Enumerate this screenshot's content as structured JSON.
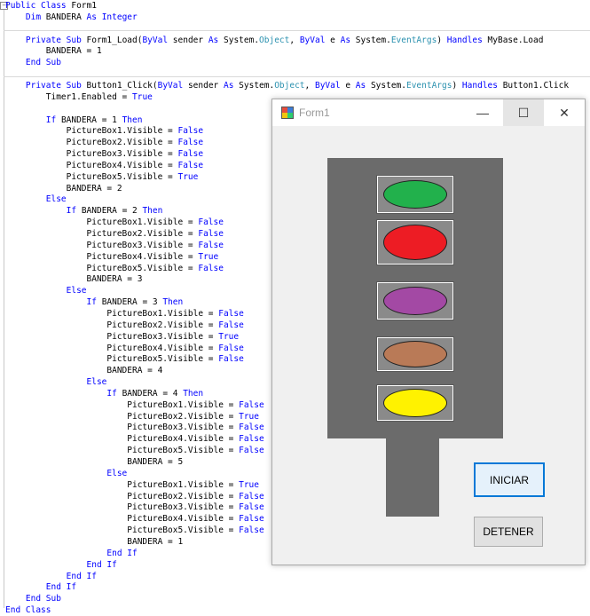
{
  "code": {
    "lines": [
      [
        [
          "kw",
          "Public Class "
        ],
        [
          "t",
          "Form1"
        ]
      ],
      [
        [
          "t",
          "    "
        ],
        [
          "kw",
          "Dim "
        ],
        [
          "t",
          "BANDERA "
        ],
        [
          "kw",
          "As Integer"
        ]
      ],
      [],
      [
        [
          "t",
          "    "
        ],
        [
          "kw",
          "Private Sub "
        ],
        [
          "t",
          "Form1_Load("
        ],
        [
          "kw",
          "ByVal "
        ],
        [
          "t",
          "sender "
        ],
        [
          "kw",
          "As "
        ],
        [
          "t",
          "System."
        ],
        [
          "ty",
          "Object"
        ],
        [
          "t",
          ", "
        ],
        [
          "kw",
          "ByVal "
        ],
        [
          "t",
          "e "
        ],
        [
          "kw",
          "As "
        ],
        [
          "t",
          "System."
        ],
        [
          "ty",
          "EventArgs"
        ],
        [
          "t",
          ") "
        ],
        [
          "kw",
          "Handles "
        ],
        [
          "t",
          "MyBase.Load"
        ]
      ],
      [
        [
          "t",
          "        BANDERA = 1"
        ]
      ],
      [
        [
          "t",
          "    "
        ],
        [
          "kw",
          "End Sub"
        ]
      ],
      [],
      [
        [
          "t",
          "    "
        ],
        [
          "kw",
          "Private Sub "
        ],
        [
          "t",
          "Button1_Click("
        ],
        [
          "kw",
          "ByVal "
        ],
        [
          "t",
          "sender "
        ],
        [
          "kw",
          "As "
        ],
        [
          "t",
          "System."
        ],
        [
          "ty",
          "Object"
        ],
        [
          "t",
          ", "
        ],
        [
          "kw",
          "ByVal "
        ],
        [
          "t",
          "e "
        ],
        [
          "kw",
          "As "
        ],
        [
          "t",
          "System."
        ],
        [
          "ty",
          "EventArgs"
        ],
        [
          "t",
          ") "
        ],
        [
          "kw",
          "Handles "
        ],
        [
          "t",
          "Button1.Click"
        ]
      ],
      [
        [
          "t",
          "        Timer1.Enabled = "
        ],
        [
          "kw",
          "True"
        ]
      ],
      [],
      [
        [
          "t",
          "        "
        ],
        [
          "kw",
          "If "
        ],
        [
          "t",
          "BANDERA = 1 "
        ],
        [
          "kw",
          "Then"
        ]
      ],
      [
        [
          "t",
          "            PictureBox1.Visible = "
        ],
        [
          "kw",
          "False"
        ]
      ],
      [
        [
          "t",
          "            PictureBox2.Visible = "
        ],
        [
          "kw",
          "False"
        ]
      ],
      [
        [
          "t",
          "            PictureBox3.Visible = "
        ],
        [
          "kw",
          "False"
        ]
      ],
      [
        [
          "t",
          "            PictureBox4.Visible = "
        ],
        [
          "kw",
          "False"
        ]
      ],
      [
        [
          "t",
          "            PictureBox5.Visible = "
        ],
        [
          "kw",
          "True"
        ]
      ],
      [
        [
          "t",
          "            BANDERA = 2"
        ]
      ],
      [
        [
          "t",
          "        "
        ],
        [
          "kw",
          "Else"
        ]
      ],
      [
        [
          "t",
          "            "
        ],
        [
          "kw",
          "If "
        ],
        [
          "t",
          "BANDERA = 2 "
        ],
        [
          "kw",
          "Then"
        ]
      ],
      [
        [
          "t",
          "                PictureBox1.Visible = "
        ],
        [
          "kw",
          "False"
        ]
      ],
      [
        [
          "t",
          "                PictureBox2.Visible = "
        ],
        [
          "kw",
          "False"
        ]
      ],
      [
        [
          "t",
          "                PictureBox3.Visible = "
        ],
        [
          "kw",
          "False"
        ]
      ],
      [
        [
          "t",
          "                PictureBox4.Visible = "
        ],
        [
          "kw",
          "True"
        ]
      ],
      [
        [
          "t",
          "                PictureBox5.Visible = "
        ],
        [
          "kw",
          "False"
        ]
      ],
      [
        [
          "t",
          "                BANDERA = 3"
        ]
      ],
      [
        [
          "t",
          "            "
        ],
        [
          "kw",
          "Else"
        ]
      ],
      [
        [
          "t",
          "                "
        ],
        [
          "kw",
          "If "
        ],
        [
          "t",
          "BANDERA = 3 "
        ],
        [
          "kw",
          "Then"
        ]
      ],
      [
        [
          "t",
          "                    PictureBox1.Visible = "
        ],
        [
          "kw",
          "False"
        ]
      ],
      [
        [
          "t",
          "                    PictureBox2.Visible = "
        ],
        [
          "kw",
          "False"
        ]
      ],
      [
        [
          "t",
          "                    PictureBox3.Visible = "
        ],
        [
          "kw",
          "True"
        ]
      ],
      [
        [
          "t",
          "                    PictureBox4.Visible = "
        ],
        [
          "kw",
          "False"
        ]
      ],
      [
        [
          "t",
          "                    PictureBox5.Visible = "
        ],
        [
          "kw",
          "False"
        ]
      ],
      [
        [
          "t",
          "                    BANDERA = 4"
        ]
      ],
      [
        [
          "t",
          "                "
        ],
        [
          "kw",
          "Else"
        ]
      ],
      [
        [
          "t",
          "                    "
        ],
        [
          "kw",
          "If "
        ],
        [
          "t",
          "BANDERA = 4 "
        ],
        [
          "kw",
          "Then"
        ]
      ],
      [
        [
          "t",
          "                        PictureBox1.Visible = "
        ],
        [
          "kw",
          "False"
        ]
      ],
      [
        [
          "t",
          "                        PictureBox2.Visible = "
        ],
        [
          "kw",
          "True"
        ]
      ],
      [
        [
          "t",
          "                        PictureBox3.Visible = "
        ],
        [
          "kw",
          "False"
        ]
      ],
      [
        [
          "t",
          "                        PictureBox4.Visible = "
        ],
        [
          "kw",
          "False"
        ]
      ],
      [
        [
          "t",
          "                        PictureBox5.Visible = "
        ],
        [
          "kw",
          "False"
        ]
      ],
      [
        [
          "t",
          "                        BANDERA = 5"
        ]
      ],
      [
        [
          "t",
          "                    "
        ],
        [
          "kw",
          "Else"
        ]
      ],
      [
        [
          "t",
          "                        PictureBox1.Visible = "
        ],
        [
          "kw",
          "True"
        ]
      ],
      [
        [
          "t",
          "                        PictureBox2.Visible = "
        ],
        [
          "kw",
          "False"
        ]
      ],
      [
        [
          "t",
          "                        PictureBox3.Visible = "
        ],
        [
          "kw",
          "False"
        ]
      ],
      [
        [
          "t",
          "                        PictureBox4.Visible = "
        ],
        [
          "kw",
          "False"
        ]
      ],
      [
        [
          "t",
          "                        PictureBox5.Visible = "
        ],
        [
          "kw",
          "False"
        ]
      ],
      [
        [
          "t",
          "                        BANDERA = 1"
        ]
      ],
      [
        [
          "t",
          "                    "
        ],
        [
          "kw",
          "End If"
        ]
      ],
      [
        [
          "t",
          "                "
        ],
        [
          "kw",
          "End If"
        ]
      ],
      [
        [
          "t",
          "            "
        ],
        [
          "kw",
          "End If"
        ]
      ],
      [
        [
          "t",
          "        "
        ],
        [
          "kw",
          "End If"
        ]
      ],
      [
        [
          "t",
          "    "
        ],
        [
          "kw",
          "End Sub"
        ]
      ],
      [
        [
          "kw",
          "End Class"
        ]
      ]
    ]
  },
  "form": {
    "title": "Form1",
    "controls": {
      "minimize": "—",
      "maximize": "☐",
      "close": "✕"
    },
    "lamps": [
      {
        "name": "green",
        "color": "#22b14c"
      },
      {
        "name": "red",
        "color": "#ed1c24"
      },
      {
        "name": "purple",
        "color": "#a349a4"
      },
      {
        "name": "brown",
        "color": "#b97a57"
      },
      {
        "name": "yellow",
        "color": "#fff200"
      }
    ],
    "buttons": {
      "start": "INICIAR",
      "stop": "DETENER"
    }
  }
}
